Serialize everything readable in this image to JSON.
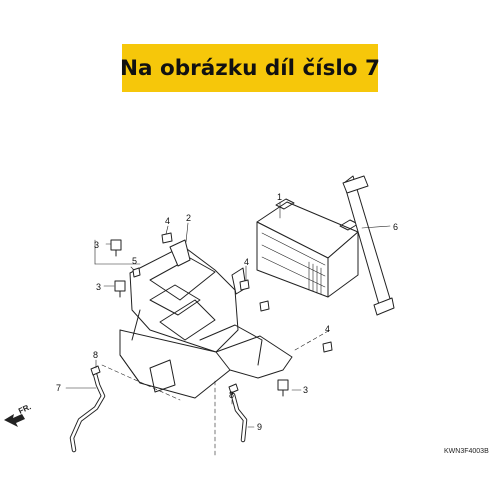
{
  "banner": {
    "text": "Na obrázku díl číslo 7"
  },
  "diagram": {
    "callouts": {
      "c1": "1",
      "c2": "2",
      "c3a": "3",
      "c3b": "3",
      "c3c": "3",
      "c4a": "4",
      "c4b": "4",
      "c4c": "4",
      "c5": "5",
      "c6": "6",
      "c7": "7",
      "c8a": "8",
      "c8b": "8",
      "c9": "9"
    },
    "direction_label": "FR.",
    "part_code": "KWN3F4003B"
  },
  "colors": {
    "banner": "#f6c70a",
    "line": "#222222"
  }
}
